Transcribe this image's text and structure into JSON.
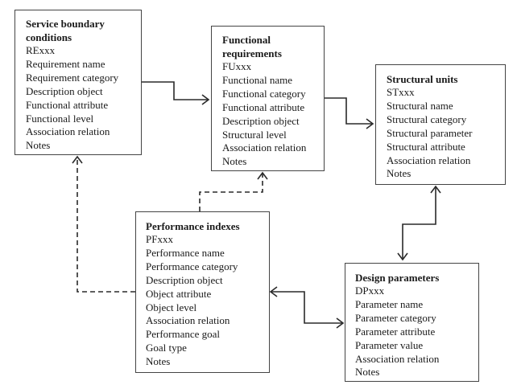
{
  "diagram": {
    "boxes": {
      "service_boundary": {
        "title_lines": [
          "Service boundary",
          "conditions"
        ],
        "fields": [
          "RExxx",
          "Requirement name",
          "Requirement category",
          "Description object",
          "Functional attribute",
          "Functional level",
          "Association relation",
          "Notes"
        ]
      },
      "functional_requirements": {
        "title_lines": [
          "Functional",
          "requirements"
        ],
        "fields": [
          "FUxxx",
          "Functional name",
          "Functional category",
          "Functional attribute",
          "Description object",
          "Structural level",
          "Association relation",
          "Notes"
        ]
      },
      "structural_units": {
        "title_lines": [
          "Structural units"
        ],
        "fields": [
          "STxxx",
          "Structural name",
          "Structural category",
          "Structural parameter",
          "Structural attribute",
          "Association relation",
          "Notes"
        ]
      },
      "performance_indexes": {
        "title_lines": [
          "Performance indexes"
        ],
        "fields": [
          "PFxxx",
          "Performance name",
          "Performance category",
          "Description object",
          "Object attribute",
          "Object level",
          "Association relation",
          "Performance goal",
          "Goal type",
          "Notes"
        ]
      },
      "design_parameters": {
        "title_lines": [
          "Design parameters"
        ],
        "fields": [
          "DPxxx",
          "Parameter name",
          "Parameter category",
          "Parameter attribute",
          "Parameter value",
          "Association relation",
          "Notes"
        ]
      }
    },
    "connections": [
      {
        "from": "service_boundary",
        "to": "functional_requirements",
        "style": "solid",
        "direction": "forward"
      },
      {
        "from": "functional_requirements",
        "to": "structural_units",
        "style": "solid",
        "direction": "forward"
      },
      {
        "from": "structural_units",
        "to": "design_parameters",
        "style": "solid",
        "direction": "both"
      },
      {
        "from": "performance_indexes",
        "to": "design_parameters",
        "style": "solid",
        "direction": "both"
      },
      {
        "from": "performance_indexes",
        "to": "functional_requirements",
        "style": "dashed",
        "direction": "forward"
      },
      {
        "from": "performance_indexes",
        "to": "service_boundary",
        "style": "dashed",
        "direction": "forward"
      }
    ]
  }
}
